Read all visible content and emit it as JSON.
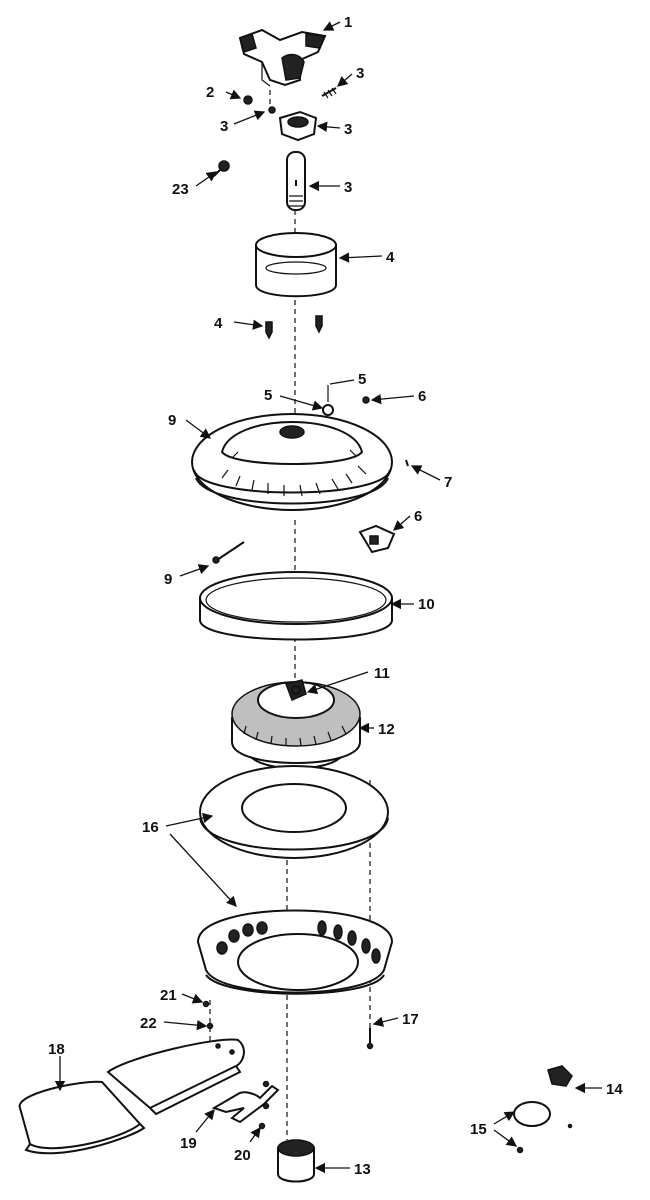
{
  "diagram": {
    "callouts": [
      {
        "id": "c1",
        "text": "1"
      },
      {
        "id": "c2",
        "text": "2"
      },
      {
        "id": "c3a",
        "text": "3"
      },
      {
        "id": "c3b",
        "text": "3"
      },
      {
        "id": "c3c",
        "text": "3"
      },
      {
        "id": "c3d",
        "text": "3"
      },
      {
        "id": "c23",
        "text": "23"
      },
      {
        "id": "c4a",
        "text": "4"
      },
      {
        "id": "c4b",
        "text": "4"
      },
      {
        "id": "c5a",
        "text": "5"
      },
      {
        "id": "c5b",
        "text": "5"
      },
      {
        "id": "c6a",
        "text": "6"
      },
      {
        "id": "c6b",
        "text": "6"
      },
      {
        "id": "c7",
        "text": "7"
      },
      {
        "id": "c9a",
        "text": "9"
      },
      {
        "id": "c9b",
        "text": "9"
      },
      {
        "id": "c10",
        "text": "10"
      },
      {
        "id": "c11",
        "text": "11"
      },
      {
        "id": "c12",
        "text": "12"
      },
      {
        "id": "c16",
        "text": "16"
      },
      {
        "id": "c17",
        "text": "17"
      },
      {
        "id": "c21",
        "text": "21"
      },
      {
        "id": "c22",
        "text": "22"
      },
      {
        "id": "c18",
        "text": "18"
      },
      {
        "id": "c19",
        "text": "19"
      },
      {
        "id": "c20",
        "text": "20"
      },
      {
        "id": "c13",
        "text": "13"
      },
      {
        "id": "c14",
        "text": "14"
      },
      {
        "id": "c15",
        "text": "15"
      }
    ]
  }
}
